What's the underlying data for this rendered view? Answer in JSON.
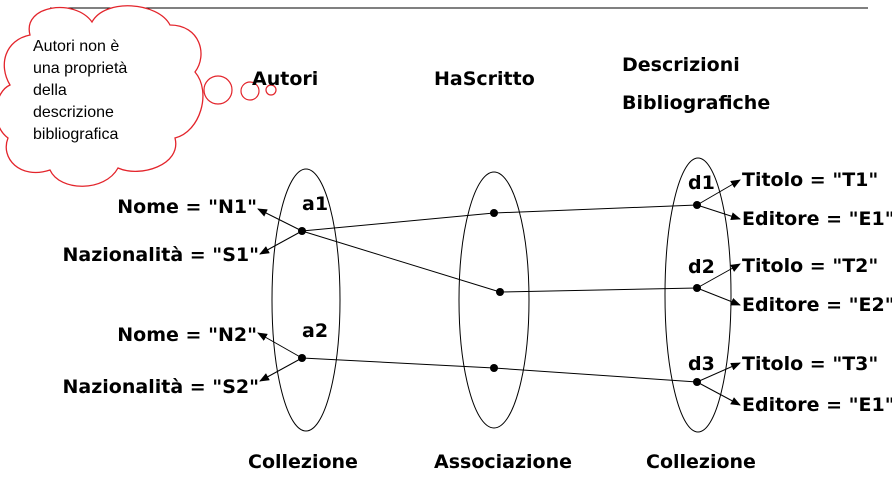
{
  "note": {
    "lines": [
      "Autori non è",
      "una proprietà",
      "della",
      "descrizione",
      "bibliografica"
    ],
    "border_color": "#e3242b"
  },
  "headers": {
    "autori": "Autori",
    "hascritto": "HaScritto",
    "descrizioni_line1": "Descrizioni",
    "descrizioni_line2": "Bibliografiche"
  },
  "nodes": {
    "a1": "a1",
    "a2": "a2",
    "d1": "d1",
    "d2": "d2",
    "d3": "d3"
  },
  "author_properties": {
    "nome_n1": "Nome = \"N1\"",
    "naz_s1": "Nazionalità = \"S1\"",
    "nome_n2": "Nome = \"N2\"",
    "naz_s2": "Nazionalità = \"S2\""
  },
  "description_properties": {
    "titolo_t1": "Titolo = \"T1\"",
    "editore_e1a": "Editore = \"E1\"",
    "titolo_t2": "Titolo = \"T2\"",
    "editore_e2": "Editore = \"E2\"",
    "titolo_t3": "Titolo = \"T3\"",
    "editore_e1b": "Editore = \"E1\""
  },
  "footers": {
    "collezione_left": "Collezione",
    "associazione": "Associazione",
    "collezione_right": "Collezione"
  }
}
